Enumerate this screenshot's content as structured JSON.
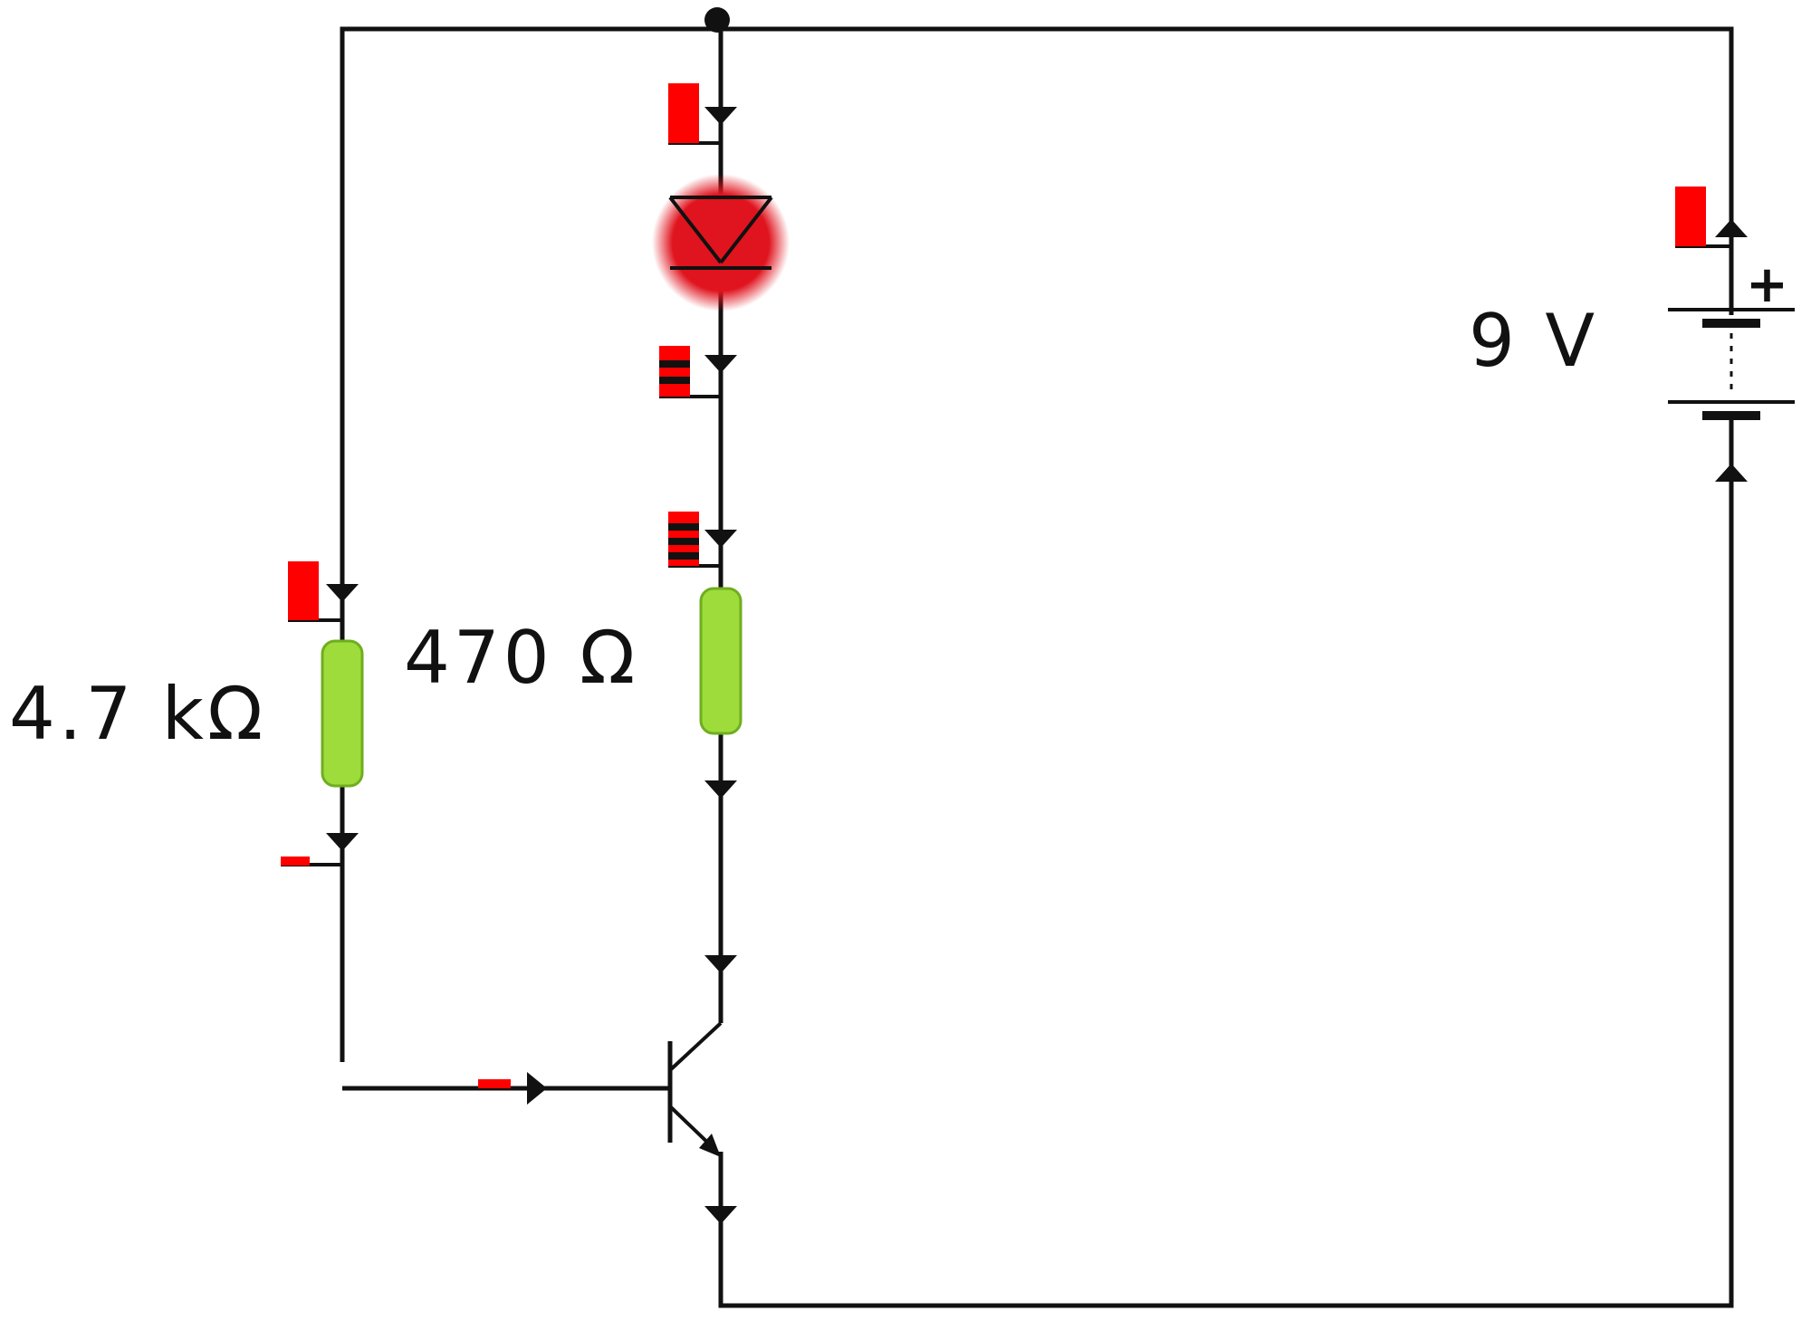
{
  "labels": {
    "r_base": "4.7 kΩ",
    "r_collector": "470 Ω",
    "battery": "9 V",
    "battery_plus": "+"
  },
  "colors": {
    "wire": "#111111",
    "resistor": "#9ddc3a",
    "resistor_edge": "#6fae1f",
    "led": "#e0141e",
    "meter": "#ff0000",
    "background": "#ffffff"
  },
  "components": {
    "led": "light-emitting-diode",
    "transistor": "npn-transistor",
    "battery": "battery",
    "resistors": [
      "resistor",
      "resistor"
    ]
  }
}
